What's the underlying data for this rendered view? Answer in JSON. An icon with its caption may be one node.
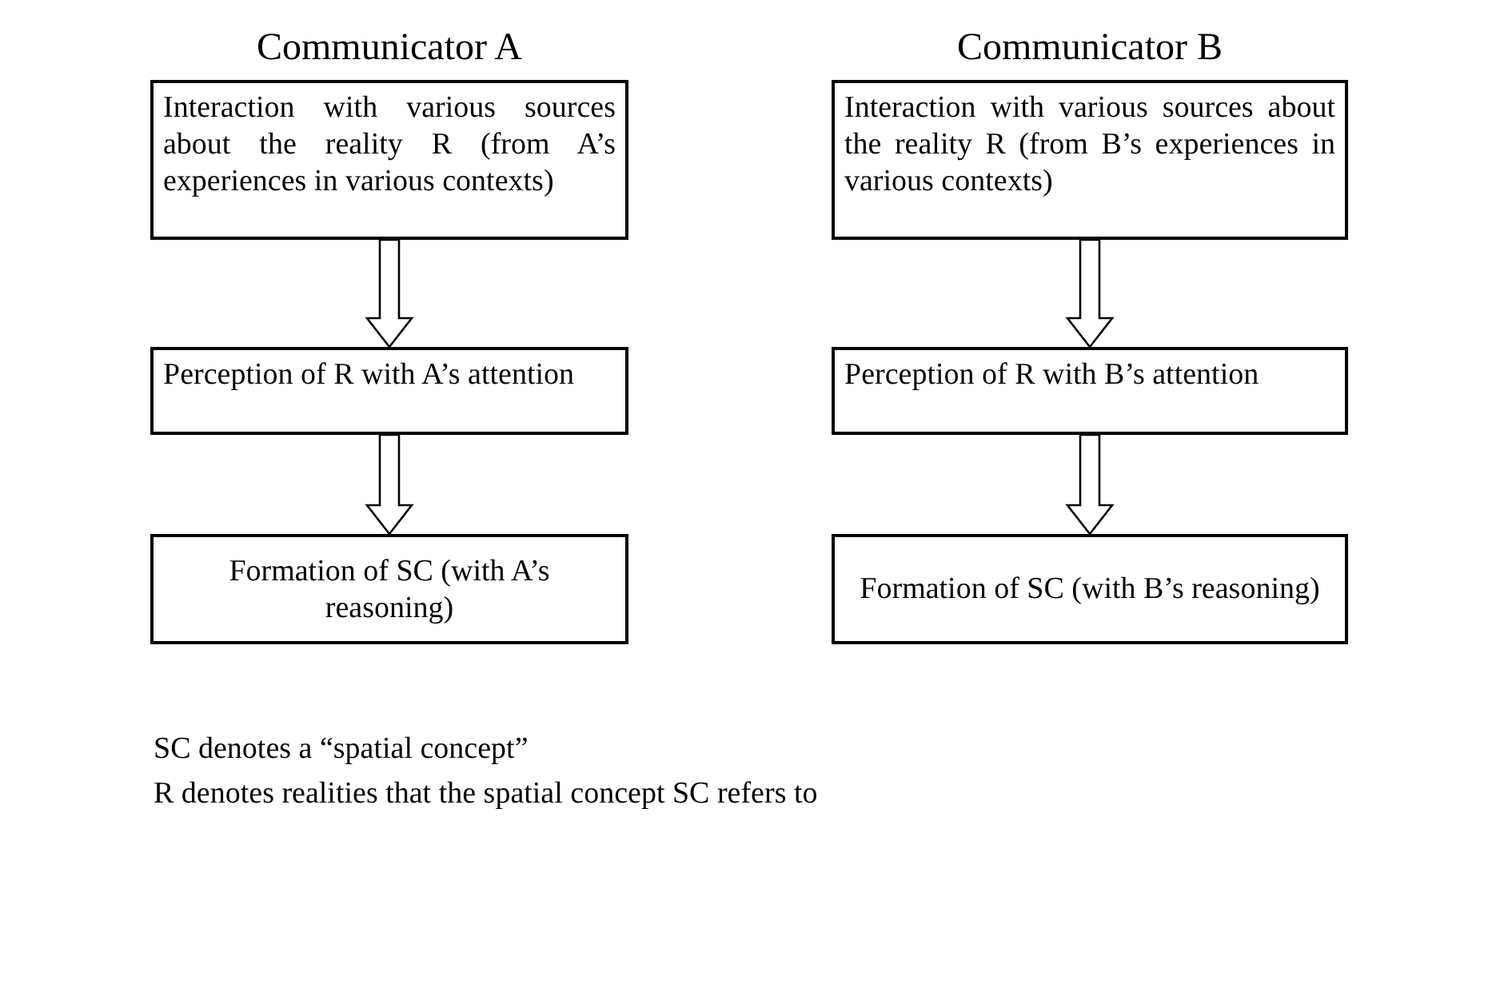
{
  "diagram": {
    "nodes": [
      {
        "text": [
          "Interaction with various sources about the reality R (from A’s experiences in various contexts)"
        ]
      },
      {
        "text": [
          "Perception of R with A’s attention"
        ]
      },
      {
        "text": [
          "Formation of SC (with A’s reasoning)"
        ]
      },
      {
        "text": [
          "Interaction with various sources about the reality R (from B’s experiences in various contexts)"
        ]
      },
      {
        "text": [
          "Perception of R with B’s attention"
        ]
      },
      {
        "text": [
          "Formation of SC (with B’s reasoning)"
        ]
      }
    ],
    "edges": [
      {
        "from": 0,
        "to": 1,
        "arrow": "to"
      },
      {
        "from": 1,
        "to": 2,
        "arrow": "to"
      },
      {
        "from": 3,
        "to": 4,
        "arrow": "to"
      },
      {
        "from": 4,
        "to": 5,
        "arrow": "to"
      }
    ],
    "labels": [
      "Communicator A",
      "Communicator B",
      "SC denotes a “spatial concept”",
      "R denotes realities that the spatial concept SC refers to"
    ]
  }
}
